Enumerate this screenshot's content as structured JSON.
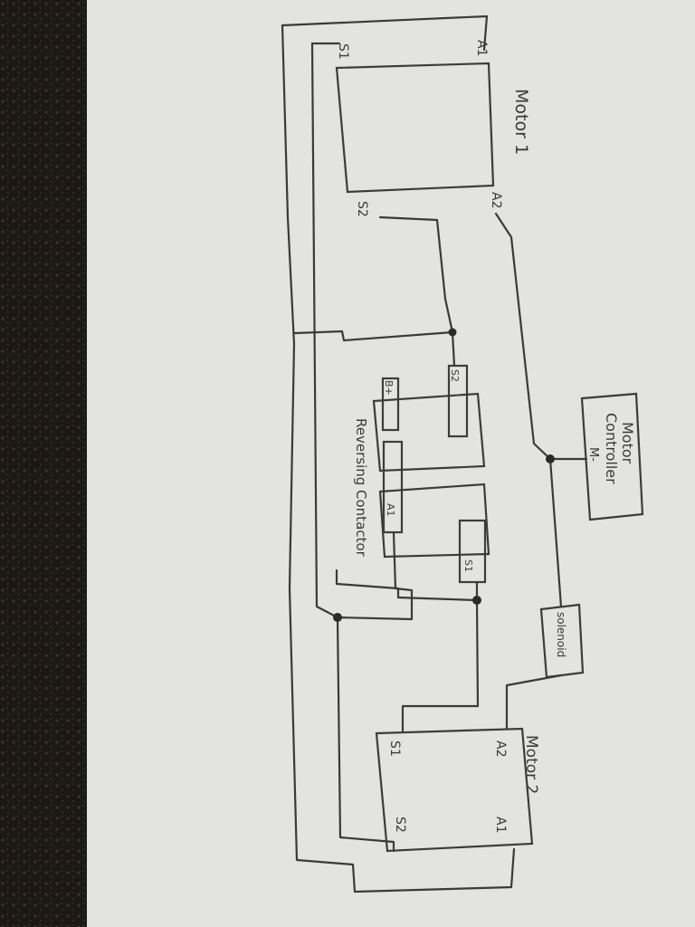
{
  "colors": {
    "paper": "#e3e3e1",
    "ink": "#3a3a3a",
    "background": "#1c1914"
  },
  "motor1": {
    "title": "Motor 1",
    "a1": "A1",
    "a2": "A2",
    "s1": "S1",
    "s2": "S2"
  },
  "motor2": {
    "title": "Motor 2",
    "a1": "A1",
    "a2": "A2",
    "s1": "S1",
    "s2": "S2"
  },
  "contactor": {
    "title": "Reversing Contactor",
    "s2": "S2",
    "b_plus": "B+",
    "a1": "A1",
    "s1": "S1"
  },
  "controller": {
    "title_line1": "Motor",
    "title_line2": "Controller",
    "terminal": "M-"
  },
  "solenoid": {
    "title": "solenoid"
  }
}
